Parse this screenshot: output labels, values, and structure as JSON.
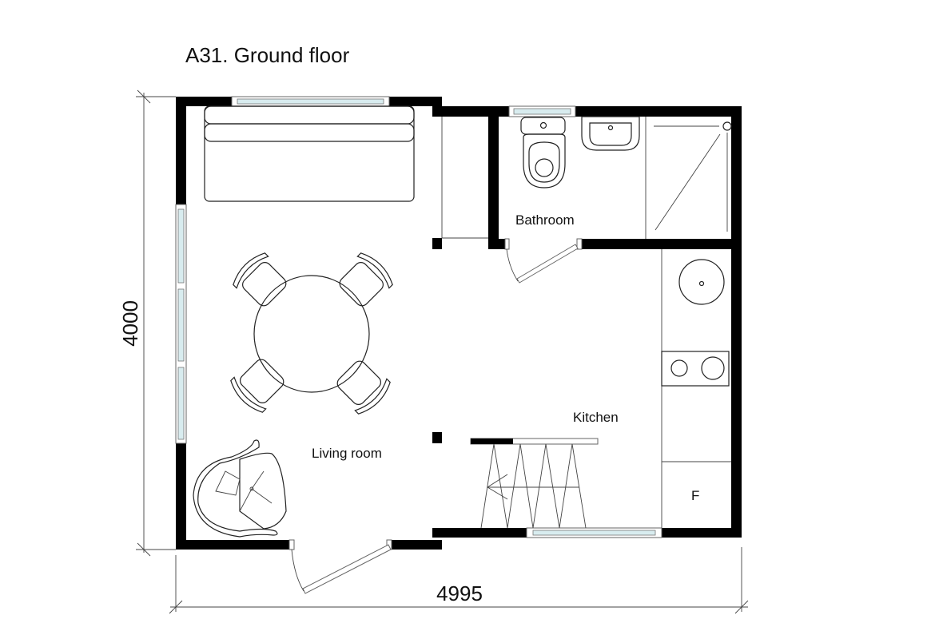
{
  "title": "A31. Ground floor",
  "rooms": {
    "living": "Living room",
    "bathroom": "Bathroom",
    "kitchen": "Kitchen",
    "fridge": "F"
  },
  "dimensions": {
    "height": "4000",
    "width": "4995"
  },
  "colors": {
    "wall": "#000000",
    "window_glass": "#d8ecef",
    "line": "#222222"
  }
}
